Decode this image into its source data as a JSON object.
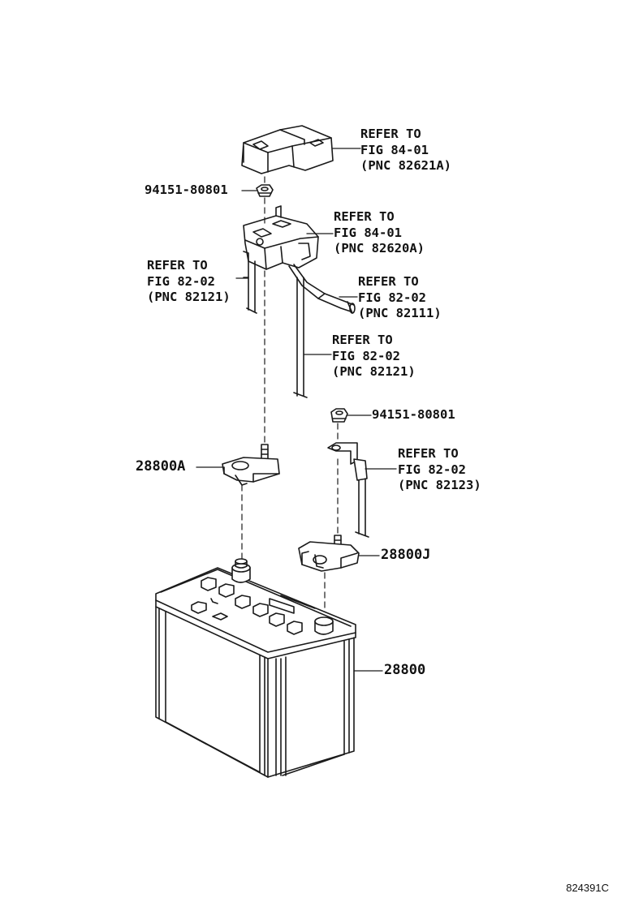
{
  "callouts": {
    "fuse_cover": {
      "line1": "REFER TO",
      "line2": "FIG 84-01",
      "line3": "(PNC 82621A)"
    },
    "nut_top": {
      "text": "94151-80801"
    },
    "fuse_block": {
      "line1": "REFER TO",
      "line2": "FIG 84-01",
      "line3": "(PNC 82620A)"
    },
    "wire_left": {
      "line1": "REFER TO",
      "line2": "FIG 82-02",
      "line3": "(PNC 82121)"
    },
    "cable_right": {
      "line1": "REFER TO",
      "line2": "FIG 82-02",
      "line3": "(PNC 82111)"
    },
    "wire_lower": {
      "line1": "REFER TO",
      "line2": "FIG 82-02",
      "line3": "(PNC 82121)"
    },
    "nut_mid": {
      "text": "94151-80801"
    },
    "wire_ground": {
      "line1": "REFER TO",
      "line2": "FIG 82-02",
      "line3": "(PNC 82123)"
    },
    "clamp_pos": {
      "text": "28800A"
    },
    "clamp_neg": {
      "text": "28800J"
    },
    "battery": {
      "text": "28800"
    }
  },
  "illustration_code": "824391C"
}
